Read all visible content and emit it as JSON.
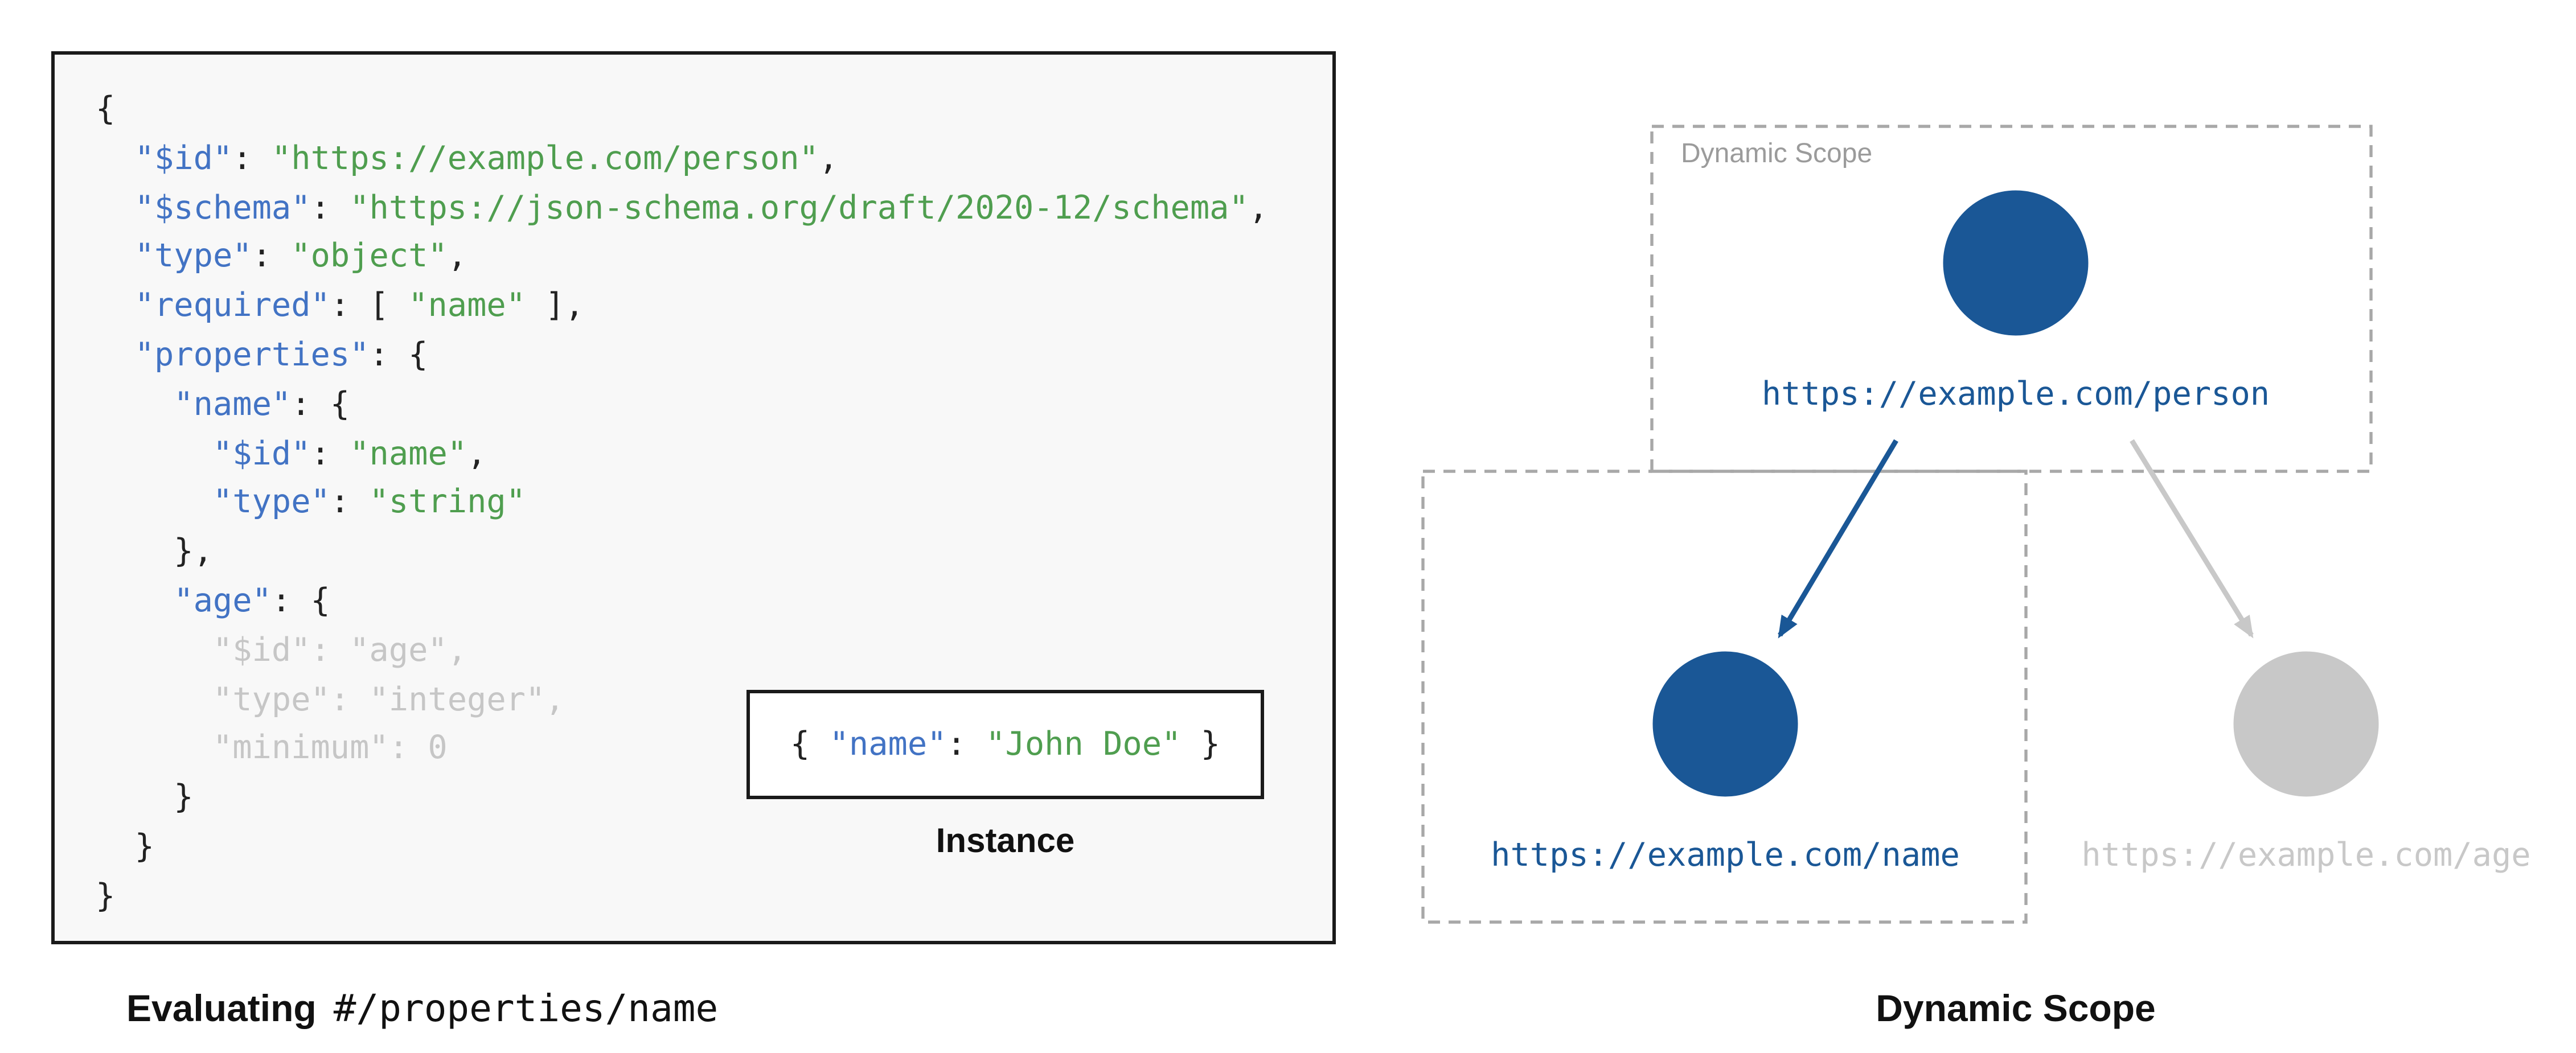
{
  "colors": {
    "key_blue": "#4273c4",
    "string_green": "#4f9e4f",
    "plain_code": "#222222",
    "muted_gray": "#c6c6c6",
    "node_active_blue": "#1a5796",
    "node_inactive_gray": "#c8c8c8",
    "dashed_border": "#a8a8a8",
    "scope_label_gray": "#9b9b9b",
    "code_box_background": "#f8f8f8"
  },
  "schema_panel": {
    "code_lines": [
      {
        "tokens": [
          {
            "c": "p",
            "x": "{"
          }
        ]
      },
      {
        "tokens": [
          {
            "c": "p",
            "x": "  "
          },
          {
            "c": "k",
            "x": "\"$id\""
          },
          {
            "c": "p",
            "x": ": "
          },
          {
            "c": "s",
            "x": "\"https://example.com/person\""
          },
          {
            "c": "p",
            "x": ","
          }
        ]
      },
      {
        "tokens": [
          {
            "c": "p",
            "x": "  "
          },
          {
            "c": "k",
            "x": "\"$schema\""
          },
          {
            "c": "p",
            "x": ": "
          },
          {
            "c": "s",
            "x": "\"https://json-schema.org/draft/2020-12/schema\""
          },
          {
            "c": "p",
            "x": ","
          }
        ]
      },
      {
        "tokens": [
          {
            "c": "p",
            "x": "  "
          },
          {
            "c": "k",
            "x": "\"type\""
          },
          {
            "c": "p",
            "x": ": "
          },
          {
            "c": "s",
            "x": "\"object\""
          },
          {
            "c": "p",
            "x": ","
          }
        ]
      },
      {
        "tokens": [
          {
            "c": "p",
            "x": "  "
          },
          {
            "c": "k",
            "x": "\"required\""
          },
          {
            "c": "p",
            "x": ": [ "
          },
          {
            "c": "s",
            "x": "\"name\""
          },
          {
            "c": "p",
            "x": " ],"
          }
        ]
      },
      {
        "tokens": [
          {
            "c": "p",
            "x": "  "
          },
          {
            "c": "k",
            "x": "\"properties\""
          },
          {
            "c": "p",
            "x": ": {"
          }
        ]
      },
      {
        "tokens": [
          {
            "c": "p",
            "x": "    "
          },
          {
            "c": "k",
            "x": "\"name\""
          },
          {
            "c": "p",
            "x": ": {"
          }
        ]
      },
      {
        "tokens": [
          {
            "c": "p",
            "x": "      "
          },
          {
            "c": "k",
            "x": "\"$id\""
          },
          {
            "c": "p",
            "x": ": "
          },
          {
            "c": "s",
            "x": "\"name\""
          },
          {
            "c": "p",
            "x": ","
          }
        ]
      },
      {
        "tokens": [
          {
            "c": "p",
            "x": "      "
          },
          {
            "c": "k",
            "x": "\"type\""
          },
          {
            "c": "p",
            "x": ": "
          },
          {
            "c": "s",
            "x": "\"string\""
          }
        ]
      },
      {
        "tokens": [
          {
            "c": "p",
            "x": "    },"
          }
        ]
      },
      {
        "tokens": [
          {
            "c": "p",
            "x": "    "
          },
          {
            "c": "k",
            "x": "\"age\""
          },
          {
            "c": "p",
            "x": ": {"
          }
        ]
      },
      {
        "tokens": [
          {
            "c": "m",
            "x": "      \"$id\": \"age\","
          }
        ]
      },
      {
        "tokens": [
          {
            "c": "m",
            "x": "      \"type\": \"integer\","
          }
        ]
      },
      {
        "tokens": [
          {
            "c": "m",
            "x": "      \"minimum\": 0"
          }
        ]
      },
      {
        "tokens": [
          {
            "c": "p",
            "x": "    }"
          }
        ]
      },
      {
        "tokens": [
          {
            "c": "p",
            "x": "  }"
          }
        ]
      },
      {
        "tokens": [
          {
            "c": "p",
            "x": "}"
          }
        ]
      }
    ],
    "instance": {
      "tokens": [
        {
          "c": "p",
          "x": "{ "
        },
        {
          "c": "k",
          "x": "\"name\""
        },
        {
          "c": "p",
          "x": ": "
        },
        {
          "c": "s",
          "x": "\"John Doe\""
        },
        {
          "c": "p",
          "x": " }"
        }
      ],
      "label": "Instance"
    },
    "caption_bold": "Evaluating",
    "caption_path": "#/properties/name"
  },
  "scope_panel": {
    "scope_label": "Dynamic Scope",
    "person_url": "https://example.com/person",
    "name_url": "https://example.com/name",
    "age_url": "https://example.com/age",
    "caption": "Dynamic Scope"
  }
}
